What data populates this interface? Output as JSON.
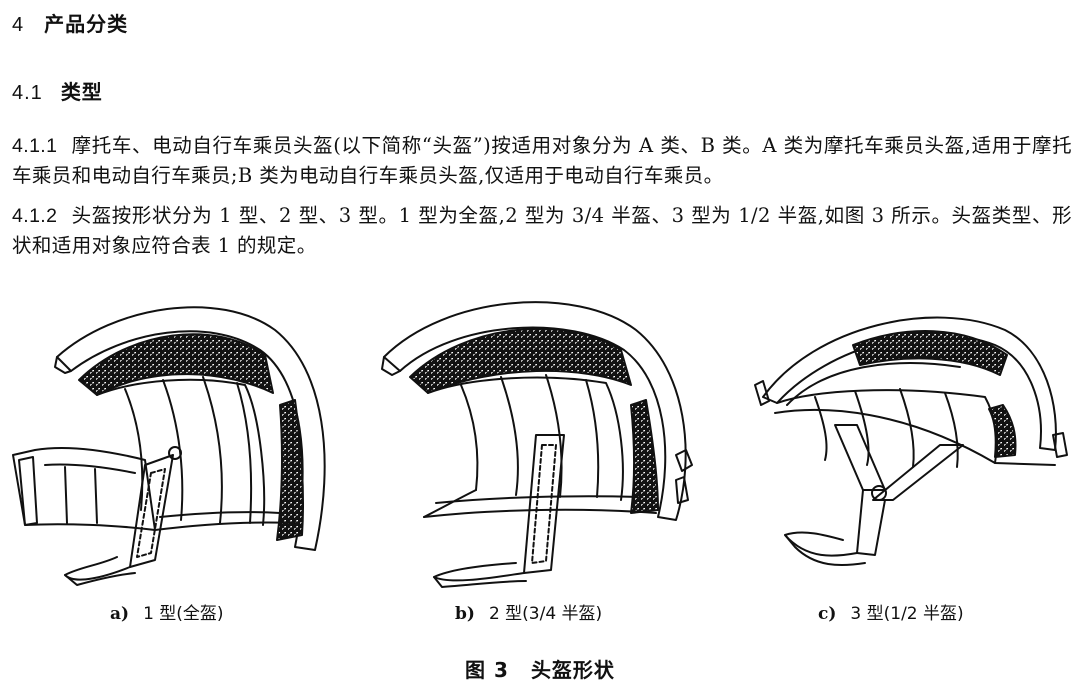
{
  "section": {
    "number": "4",
    "title": "产品分类"
  },
  "subsection": {
    "number": "4.1",
    "title": "类型"
  },
  "paragraphs": [
    {
      "number": "4.1.1",
      "text": "摩托车、电动自行车乘员头盔(以下简称“头盔”)按适用对象分为 A 类、B 类。A 类为摩托车乘员头盔,适用于摩托车乘员和电动自行车乘员;B 类为电动自行车乘员头盔,仅适用于电动自行车乘员。"
    },
    {
      "number": "4.1.2",
      "text": "头盔按形状分为 1 型、2 型、3 型。1 型为全盔,2 型为 3/4 半盔、3 型为 1/2 半盔,如图 3 所示。头盔类型、形状和适用对象应符合表 1 的规定。"
    }
  ],
  "figure": {
    "number": "图 3",
    "title": "头盔形状",
    "subfigures": [
      {
        "letter": "a)",
        "caption": "1 型(全盔)",
        "icon": "full-face-helmet-icon"
      },
      {
        "letter": "b)",
        "caption": "2 型(3/4 半盔)",
        "icon": "three-quarter-helmet-icon"
      },
      {
        "letter": "c)",
        "caption": "3 型(1/2 半盔)",
        "icon": "half-helmet-icon"
      }
    ]
  }
}
